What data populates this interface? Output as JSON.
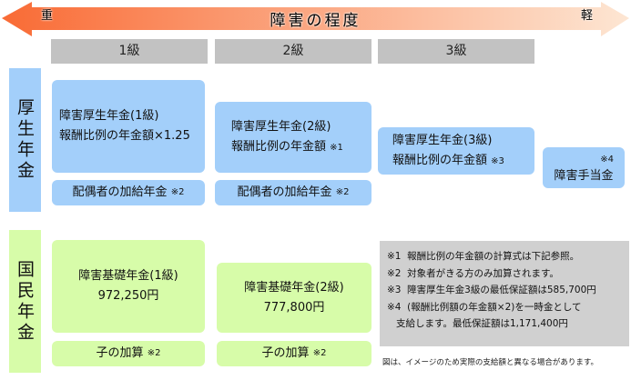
{
  "arrow": {
    "title": "障害の程度",
    "left": "重",
    "right": "軽",
    "color_start": "#f96b35",
    "color_end": "#fde6d3"
  },
  "grades": [
    "1級",
    "2級",
    "3級"
  ],
  "sections": {
    "kosei": "厚生年金",
    "kokumin": "国民年金"
  },
  "kosei": {
    "g1": {
      "line1": "障害厚生年金(1級)",
      "line2": "報酬比例の年金額×1.25"
    },
    "g1_add": {
      "label": "配偶者の加給年金",
      "note": "※2"
    },
    "g2": {
      "line1": "障害厚生年金(2級)",
      "line2": "報酬比例の年金額",
      "note": "※1"
    },
    "g2_add": {
      "label": "配偶者の加給年金",
      "note": "※2"
    },
    "g3": {
      "line1": "障害厚生年金(3級)",
      "line2": "報酬比例の年金額",
      "note": "※3"
    },
    "teate": {
      "note": "※4",
      "label": "障害手当金"
    }
  },
  "kokumin": {
    "g1": {
      "line1": "障害基礎年金(1級)",
      "line2": "972,250円"
    },
    "g1_add": {
      "label": "子の加算",
      "note": "※2"
    },
    "g2": {
      "line1": "障害基礎年金(2級)",
      "line2": "777,800円"
    },
    "g2_add": {
      "label": "子の加算",
      "note": "※2"
    }
  },
  "notes": [
    {
      "mark": "※1",
      "text": "報酬比例の年金額の計算式は下記参照。"
    },
    {
      "mark": "※2",
      "text": "対象者がきる方のみ加算されます。"
    },
    {
      "mark": "※3",
      "text": "障害厚生年金3級の最低保証額は585,700円"
    },
    {
      "mark": "※4",
      "text": "(報酬比例額の年金額×2)を一時金として",
      "text2": "支給します。最低保証額は1,171,400円"
    }
  ],
  "footnote": "図は、イメージのため実際の支給額と異なる場合があります。"
}
